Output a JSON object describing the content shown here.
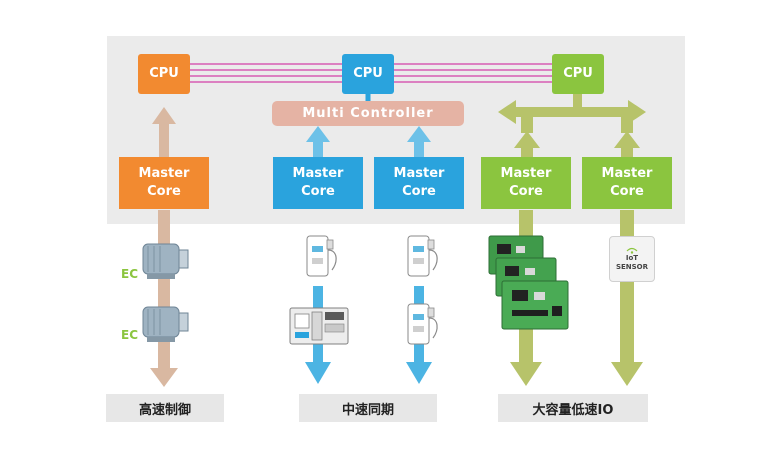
{
  "cpus": [
    "CPU",
    "CPU",
    "CPU"
  ],
  "multi_controller": "Multi Controller",
  "master_cores": [
    "Master\nCore",
    "Master\nCore",
    "Master\nCore",
    "Master\nCore",
    "Master\nCore"
  ],
  "ec_labels": [
    "EC",
    "EC"
  ],
  "iot_sensor": {
    "line1": "IoT",
    "line2": "SENSOR"
  },
  "categories": [
    "高速制御",
    "中速同期",
    "大容量低速IO"
  ],
  "colors": {
    "orange": "#f28a30",
    "blue": "#2aa3dd",
    "green": "#8bc53f",
    "tan": "#d9b8a1",
    "olive": "#b7c36a",
    "magenta": "#d85cb3"
  }
}
